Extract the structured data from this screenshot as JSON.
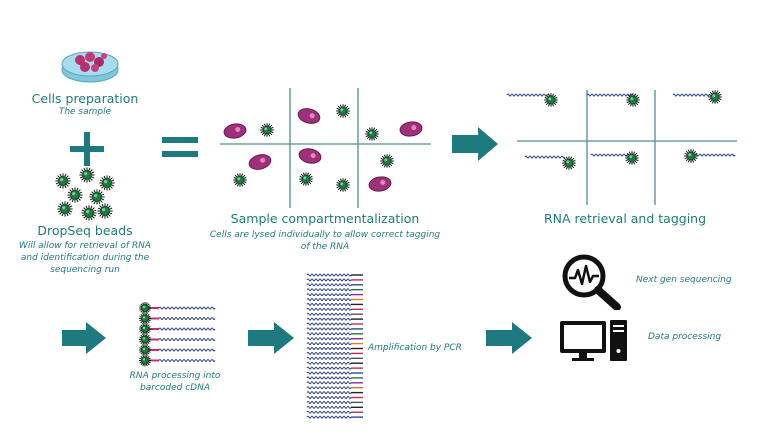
{
  "labels": {
    "cells_title": "Cells preparation",
    "cells_sub": "The sample",
    "beads_title": "DropSeq beads",
    "beads_sub_1": "Will allow for retrieval of RNA",
    "beads_sub_2": "and identification during the",
    "beads_sub_3": "sequencing run",
    "compart_title": "Sample compartmentalization",
    "compart_sub_1": "Cells are lysed individually to allow correct tagging",
    "compart_sub_2": "of the RNA",
    "retrieval_title": "RNA retrieval and tagging",
    "processing_1": "RNA processing into",
    "processing_2": "barcoded cDNA",
    "amplification": "Amplification by PCR",
    "ngs": "Next gen sequencing",
    "data": "Data processing"
  },
  "colors": {
    "teal": "#1f7a7f",
    "bead_green": "#1e7b3e",
    "cell_purple": "#a0307a",
    "wave_blue": "#2a3f7a"
  },
  "icons": [
    "petri-dish-icon",
    "plus-icon",
    "equals-icon",
    "arrow-right-icon",
    "magnifier-waveform-icon",
    "computer-icon"
  ]
}
